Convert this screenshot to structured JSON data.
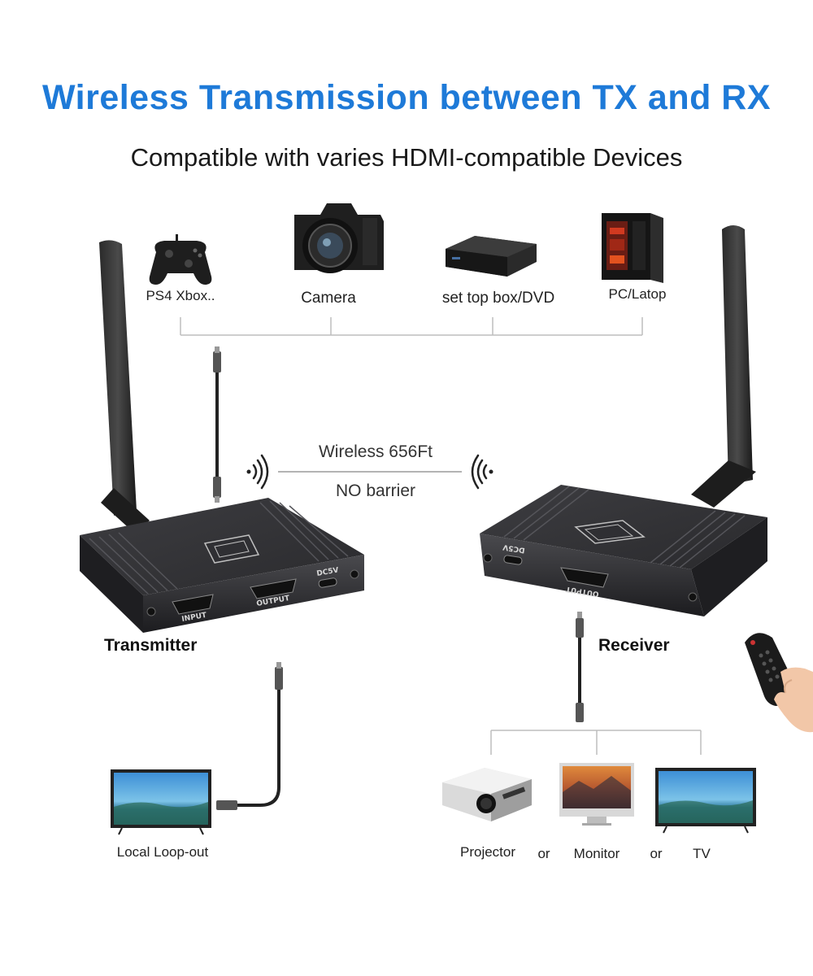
{
  "title": "Wireless Transmission between TX and RX",
  "subtitle": "Compatible with varies HDMI-compatible Devices",
  "colors": {
    "title": "#1e7ad8",
    "device_body": "#2b2b2e",
    "connector_lines": "#bdbdbd"
  },
  "sources": [
    {
      "label": "PS4 Xbox..",
      "icon": "gamepad-icon"
    },
    {
      "label": "Camera",
      "icon": "camera-icon"
    },
    {
      "label": "set top box/DVD",
      "icon": "set-top-box-icon"
    },
    {
      "label": "PC/Latop",
      "icon": "pc-tower-icon"
    }
  ],
  "wireless": {
    "distance": "Wireless 656Ft",
    "condition": "NO barrier"
  },
  "transmitter": {
    "label": "Transmitter",
    "ports": {
      "input": "INPUT",
      "output": "OUTPUT",
      "power": "DC5V"
    }
  },
  "receiver": {
    "label": "Receiver",
    "ports": {
      "output": "OUTPUT",
      "power": "DC5V"
    }
  },
  "loop_out": {
    "label": "Local Loop-out",
    "icon": "tv-icon"
  },
  "outputs": [
    {
      "label": "Projector",
      "icon": "projector-icon"
    },
    {
      "label": "Monitor",
      "icon": "monitor-icon"
    },
    {
      "label": "TV",
      "icon": "tv-icon"
    }
  ],
  "or_word": "or"
}
